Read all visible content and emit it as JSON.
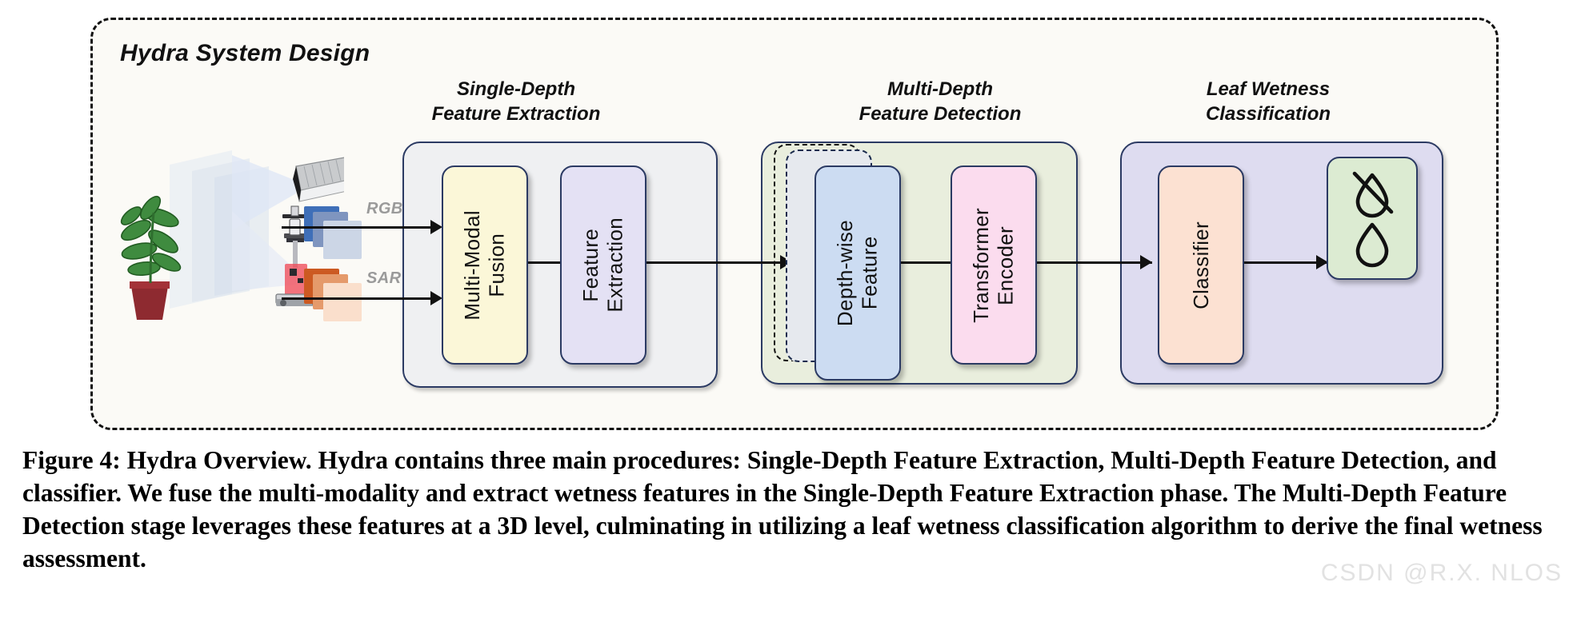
{
  "figure": {
    "system_title": "Hydra System Design",
    "caption": "Figure 4: Hydra Overview. Hydra contains three main procedures: Single-Depth Feature Extraction, Multi-Depth Feature Detection, and classifier. We fuse the multi-modality and extract wetness features in the Single-Depth Feature Extraction phase. The Multi-Depth Feature Detection stage leverages these features at a 3D level, culminating in utilizing a leaf wetness classification algorithm to derive the final wetness assessment.",
    "watermark": "CSDN @R.X. NLOS"
  },
  "stages": [
    {
      "id": "single-depth",
      "title": "Single-Depth\nFeature Extraction"
    },
    {
      "id": "multi-depth",
      "title": "Multi-Depth\nFeature Detection"
    },
    {
      "id": "leaf-wetness",
      "title": "Leaf Wetness\nClassification"
    }
  ],
  "nodes": [
    {
      "id": "multi-modal-fusion",
      "label": "Multi-Modal\nFusion",
      "color": "#fbf7d8"
    },
    {
      "id": "feature-extraction",
      "label": "Feature\nExtraction",
      "color": "#e4e1f4"
    },
    {
      "id": "depth-wise-feature",
      "label": "Depth-wise\nFeature",
      "color": "#ccdcf2"
    },
    {
      "id": "transformer-encoder",
      "label": "Transformer\nEncoder",
      "color": "#fbdcee"
    },
    {
      "id": "classifier",
      "label": "Classifier",
      "color": "#fce1d2"
    }
  ],
  "inputs": [
    {
      "id": "rgb",
      "label": "RGB",
      "sensor": "camera-icon",
      "colors": [
        "#3f6fb8",
        "#7f95bf",
        "#ccd6e6"
      ]
    },
    {
      "id": "sar",
      "label": "SAR",
      "sensor": "radar-icon",
      "colors": [
        "#cc5a22",
        "#e59a6b",
        "#fadfcc"
      ]
    }
  ],
  "output": {
    "id": "wetness-result",
    "icons": [
      "droplet-dry-icon",
      "droplet-wet-icon"
    ],
    "color": "#dcebd2"
  },
  "colors": {
    "frame_border": "#111111",
    "node_border": "#2b3a63",
    "stage1_bg": "#eff0f2",
    "stage2_bg": "#e9eedd",
    "stage3_bg": "#dedcf0",
    "label_gray": "#9a9a9a",
    "watermark_gray": "#e2e2e2"
  }
}
